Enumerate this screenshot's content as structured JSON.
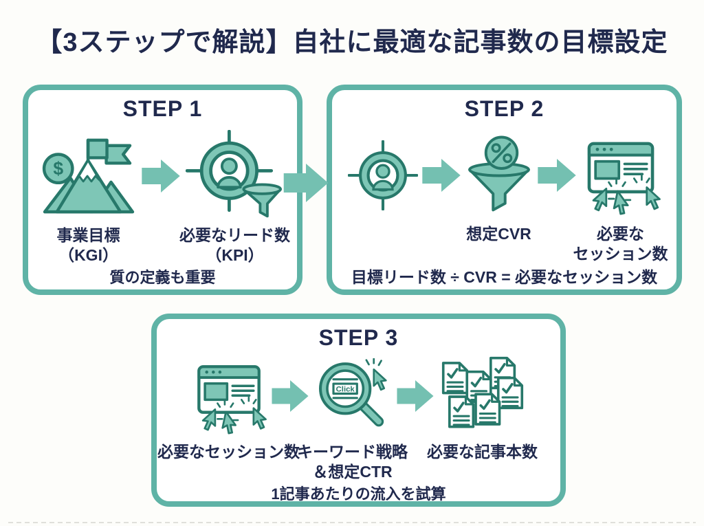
{
  "title": "【3ステップで解説】自社に最適な記事数の目標設定",
  "icon_texts": {
    "dollar": "$",
    "click": "Click"
  },
  "step1": {
    "heading": "STEP 1",
    "goal_label_line1": "事業目標",
    "goal_label_line2": "（KGI）",
    "lead_label_line1": "必要なリード数",
    "lead_label_line2": "（KPI）",
    "note": "質の定義も重要"
  },
  "step2": {
    "heading": "STEP 2",
    "cvr_label": "想定CVR",
    "session_label_line1": "必要な",
    "session_label_line2": "セッション数",
    "note": "目標リード数 ÷ CVR = 必要なセッション数"
  },
  "step3": {
    "heading": "STEP 3",
    "session_label": "必要なセッション数",
    "keyword_label_line1": "キーワード戦略",
    "keyword_label_line2": "＆想定CTR",
    "articles_label": "必要な記事本数",
    "note": "1記事あたりの流入を試算"
  },
  "colors": {
    "box_border": "#5fb3a6",
    "arrow_fill": "#74c0b1",
    "icon_fill": "#7ec6b6",
    "icon_stroke": "#27786a",
    "text": "#20294d"
  }
}
